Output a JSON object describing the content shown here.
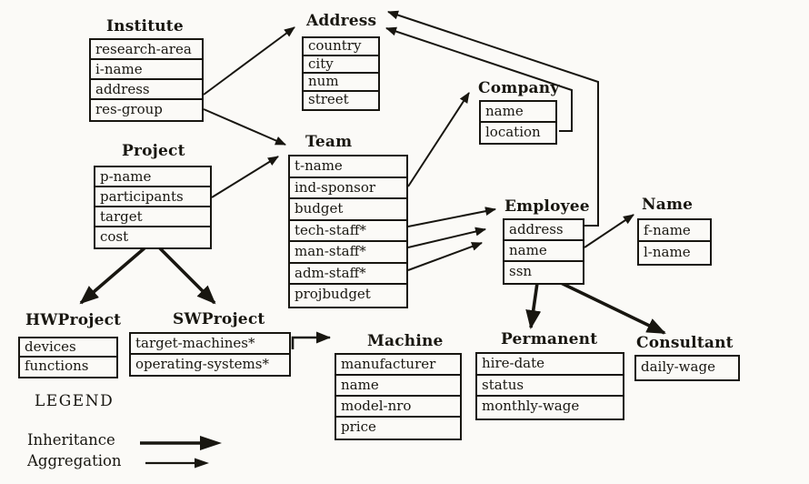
{
  "diagram": {
    "entities": [
      {
        "id": "institute",
        "title": "Institute",
        "attributes": [
          "research-area",
          "i-name",
          "address",
          "res-group"
        ]
      },
      {
        "id": "address",
        "title": "Address",
        "attributes": [
          "country",
          "city",
          "num",
          "street"
        ]
      },
      {
        "id": "company",
        "title": "Company",
        "attributes": [
          "name",
          "location"
        ]
      },
      {
        "id": "team",
        "title": "Team",
        "attributes": [
          "t-name",
          "ind-sponsor",
          "budget",
          "tech-staff*",
          "man-staff*",
          "adm-staff*",
          "projbudget"
        ]
      },
      {
        "id": "project",
        "title": "Project",
        "attributes": [
          "p-name",
          "participants",
          "target",
          "cost"
        ]
      },
      {
        "id": "employee",
        "title": "Employee",
        "attributes": [
          "address",
          "name",
          "ssn"
        ]
      },
      {
        "id": "name",
        "title": "Name",
        "attributes": [
          "f-name",
          "l-name"
        ]
      },
      {
        "id": "hwproject",
        "title": "HWProject",
        "attributes": [
          "devices",
          "functions"
        ]
      },
      {
        "id": "swproject",
        "title": "SWProject",
        "attributes": [
          "target-machines*",
          "operating-systems*"
        ]
      },
      {
        "id": "machine",
        "title": "Machine",
        "attributes": [
          "manufacturer",
          "name",
          "model-nro",
          "price"
        ]
      },
      {
        "id": "permanent",
        "title": "Permanent",
        "attributes": [
          "hire-date",
          "status",
          "monthly-wage"
        ]
      },
      {
        "id": "consultant",
        "title": "Consultant",
        "attributes": [
          "daily-wage"
        ]
      }
    ],
    "relationships": [
      {
        "from": "Institute.address",
        "to": "Address",
        "type": "aggregation"
      },
      {
        "from": "Institute.res-group",
        "to": "Team",
        "type": "aggregation"
      },
      {
        "from": "Project.participants",
        "to": "Team",
        "type": "aggregation"
      },
      {
        "from": "Team.ind-sponsor",
        "to": "Company",
        "type": "aggregation"
      },
      {
        "from": "Team.tech-staff*",
        "to": "Employee",
        "type": "aggregation"
      },
      {
        "from": "Team.man-staff*",
        "to": "Employee",
        "type": "aggregation"
      },
      {
        "from": "Team.adm-staff*",
        "to": "Employee",
        "type": "aggregation"
      },
      {
        "from": "Employee.name",
        "to": "Name",
        "type": "aggregation"
      },
      {
        "from": "Employee.address",
        "to": "Address",
        "type": "aggregation"
      },
      {
        "from": "Company.location",
        "to": "Address",
        "type": "aggregation"
      },
      {
        "from": "SWProject.target-machines*",
        "to": "Machine",
        "type": "aggregation"
      },
      {
        "from": "Project",
        "to": "HWProject",
        "type": "inheritance"
      },
      {
        "from": "Project",
        "to": "SWProject",
        "type": "inheritance"
      },
      {
        "from": "Employee",
        "to": "Permanent",
        "type": "inheritance"
      },
      {
        "from": "Employee",
        "to": "Consultant",
        "type": "inheritance"
      }
    ],
    "legend": {
      "heading": "LEGEND",
      "items": [
        {
          "label": "Inheritance",
          "type": "inheritance"
        },
        {
          "label": "Aggregation",
          "type": "aggregation"
        }
      ]
    }
  },
  "colors": {
    "ink": "#181610",
    "paper": "#fbfaf7"
  }
}
